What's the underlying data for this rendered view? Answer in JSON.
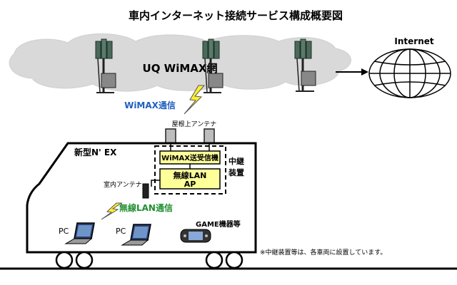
{
  "title": "車内インターネット接続サービス構成概要図",
  "network": {
    "cloud_label": "UQ WiMAX網",
    "internet_label": "Internet",
    "wimax_link_label": "WiMAX通信"
  },
  "train": {
    "name": "新型N' EX",
    "roof_antenna_label": "屋根上アンテナ",
    "indoor_antenna_label": "室内アンテナ",
    "relay_label_line1": "中継",
    "relay_label_line2": "装置",
    "wimax_transceiver_label": "WiMAX送受信機",
    "wlan_ap_line1": "無線LAN",
    "wlan_ap_line2": "AP",
    "wlan_link_label": "無線LAN通信"
  },
  "devices": {
    "pc1_label": "PC",
    "pc2_label": "PC",
    "game_label": "GAME機器等"
  },
  "footnote": "※中継装置等は、各車両に設置しています。",
  "colors": {
    "cloud": "#d9d9d9",
    "wimax_text": "#1f5fbf",
    "wlan_text": "#1f8f2f",
    "yellow_box": "#ffff99",
    "lightning": "#ffee33"
  }
}
